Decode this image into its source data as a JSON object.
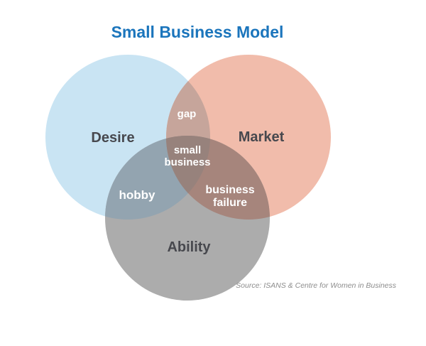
{
  "title": "Small Business Model",
  "source": "Source: ISANS & Centre for Women in Business",
  "colors": {
    "title": "#1B75BC",
    "label_dark": "#47484E",
    "label_light": "#FFFFFF",
    "source_text": "#8C8C8C",
    "desire": "#C9E4F3",
    "market": "#F1BCAB",
    "ability": "#ACACAC",
    "desire_market_overlap": "#C6A59B",
    "desire_ability_overlap": "#93A4B0",
    "market_ability_overlap": "#A6857C",
    "center_overlap": "#97827C"
  },
  "venn": {
    "sets": [
      {
        "label": "Desire"
      },
      {
        "label": "Market"
      },
      {
        "label": "Ability"
      }
    ],
    "overlaps": {
      "desire_market": "gap",
      "desire_ability": "hobby",
      "market_ability": {
        "line1": "business",
        "line2": "failure"
      },
      "center": {
        "line1": "small",
        "line2": "business"
      }
    }
  }
}
